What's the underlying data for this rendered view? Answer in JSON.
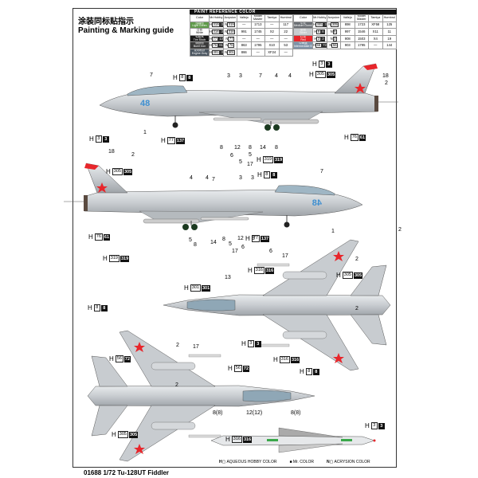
{
  "header": {
    "title_cn": "涂装同标贴指示",
    "title_en": "Painting & Marking guide"
  },
  "paint_table": {
    "title": "PAINT REFERENCE COLOR",
    "columns": [
      "Color",
      "Mr.Hobby",
      "Acrysion",
      "Vallejo",
      "Model Master",
      "Tamiya",
      "Humbrol"
    ],
    "left_rows": [
      {
        "cn": "浅绿色",
        "name": "Light Green",
        "color": "#5f9a4a",
        "h": "319",
        "mr": "319",
        "n": "319",
        "vallejo": "—",
        "model_master": "1713",
        "tamiya": "—",
        "humbrol": "117"
      },
      {
        "cn": "白色",
        "name": "White",
        "color": "#ffffff",
        "h": "316",
        "mr": "316",
        "n": "316",
        "vallejo": "991",
        "model_master": "1745",
        "tamiya": "X2",
        "humbrol": "22"
      },
      {
        "cn": "轮胎黑",
        "name": "Tire Black",
        "color": "#1a1a1a",
        "h": "77",
        "mr": "137",
        "n": "77",
        "vallejo": "—",
        "model_master": "—",
        "tamiya": "—",
        "humbrol": "—"
      },
      {
        "cn": "烧铁色",
        "name": "Burnt Iron",
        "color": "#3b3b3b",
        "h": "76",
        "mr": "61",
        "n": "76",
        "vallejo": "863",
        "model_master": "1795",
        "tamiya": "X10",
        "humbrol": "53"
      },
      {
        "cn": "发动机灰",
        "name": "Engine Gray",
        "color": "#4a5560",
        "h": "301",
        "mr": "301",
        "n": "301",
        "vallejo": "866",
        "model_master": "—",
        "tamiya": "XF24",
        "humbrol": "—"
      }
    ],
    "right_rows": [
      {
        "cn": "中灰",
        "name": "Medium Gunship Gray",
        "color": "#6b6f74",
        "h": "305",
        "mr": "305",
        "n": "305",
        "vallejo": "898",
        "model_master": "1723",
        "tamiya": "XF58",
        "humbrol": "125"
      },
      {
        "cn": "银色",
        "name": "Silver",
        "color": "#c9cdd0",
        "h": "8",
        "mr": "8",
        "n": "8",
        "vallejo": "997",
        "model_master": "1546",
        "tamiya": "X11",
        "humbrol": "11"
      },
      {
        "cn": "红色",
        "name": "Red",
        "color": "#e8262b",
        "h": "3",
        "mr": "3",
        "n": "3",
        "vallejo": "908",
        "model_master": "1503",
        "tamiya": "X4",
        "humbrol": "19"
      },
      {
        "cn": "中间蓝",
        "name": "Intermediate Blue",
        "color": "#7f93a8",
        "h": "56",
        "mr": "72",
        "n": "56",
        "vallejo": "903",
        "model_master": "1795",
        "tamiya": "—",
        "humbrol": "144"
      }
    ]
  },
  "callouts": [
    {
      "h": "8",
      "mr": "8"
    },
    {
      "h": "3",
      "mr": "3"
    },
    {
      "h": "305",
      "mr": "305"
    },
    {
      "h": "77",
      "mr": "137"
    },
    {
      "h": "76",
      "mr": "61"
    },
    {
      "h": "319",
      "mr": "319"
    },
    {
      "h": "3",
      "mr": "3"
    },
    {
      "h": "305",
      "mr": "305"
    },
    {
      "h": "8",
      "mr": "8"
    },
    {
      "h": "76",
      "mr": "61"
    },
    {
      "h": "77",
      "mr": "137"
    },
    {
      "h": "319",
      "mr": "319"
    },
    {
      "h": "316",
      "mr": "316"
    },
    {
      "h": "301",
      "mr": "301"
    },
    {
      "h": "305",
      "mr": "305"
    },
    {
      "h": "3",
      "mr": "3"
    },
    {
      "h": "316",
      "mr": "316"
    },
    {
      "h": "8",
      "mr": "8"
    },
    {
      "h": "8",
      "mr": "8"
    },
    {
      "h": "56",
      "mr": "72"
    },
    {
      "h": "56",
      "mr": "72"
    },
    {
      "h": "305",
      "mr": "305"
    },
    {
      "h": "316",
      "mr": "316"
    },
    {
      "h": "3",
      "mr": "3"
    }
  ],
  "decal_numbers": [
    "7",
    "1",
    "3",
    "3",
    "7",
    "4",
    "4",
    "18",
    "2",
    "8",
    "12",
    "8",
    "14",
    "8",
    "5",
    "6",
    "5",
    "17",
    "18",
    "2",
    "4",
    "4",
    "7",
    "3",
    "3",
    "7",
    "5",
    "8",
    "14",
    "8",
    "5",
    "12",
    "8",
    "6",
    "17",
    "6",
    "2",
    "1",
    "17",
    "2",
    "13",
    "2",
    "17",
    "2",
    "2",
    "8(8)",
    "12(12)",
    "8(8)"
  ],
  "aircraft": {
    "side_number": "48",
    "star_color": "#e8262b",
    "metal_color": "#cfd3d6"
  },
  "legend": {
    "h": "AQUEOUS HOBBY COLOR",
    "mr": "Mr. COLOR",
    "n": "ACRYSION COLOR"
  },
  "footer": {
    "product": "01688 1/72 Tu-128UT Fiddler"
  }
}
